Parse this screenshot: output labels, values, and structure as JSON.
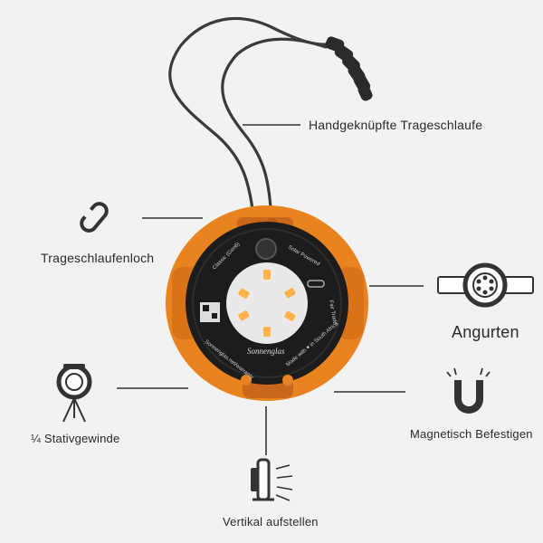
{
  "product": {
    "brand_text": "Sonnenglas",
    "ring_text_top_left": "Classic (Gen6)",
    "ring_text_top_right": "Solar Powered",
    "ring_text_bottom_left": "Sonnenglas.net/warranty",
    "ring_text_bottom_right": "Made with ♥ in South Africa",
    "ring_text_right": "Fair Trade"
  },
  "features": {
    "lanyard": "Handgeknüpfte Trageschlaufe",
    "lanyard_hole": "Trageschlaufenloch",
    "strap": "Angurten",
    "tripod": "¼ Stativgewinde",
    "magnetic": "Magnetisch Befestigen",
    "vertical": "Vertikal aufstellen"
  },
  "colors": {
    "accent_orange": "#e8831f",
    "device_black": "#1c1c1c",
    "lens_white": "#e9e9e9",
    "line_dark": "#333333"
  }
}
